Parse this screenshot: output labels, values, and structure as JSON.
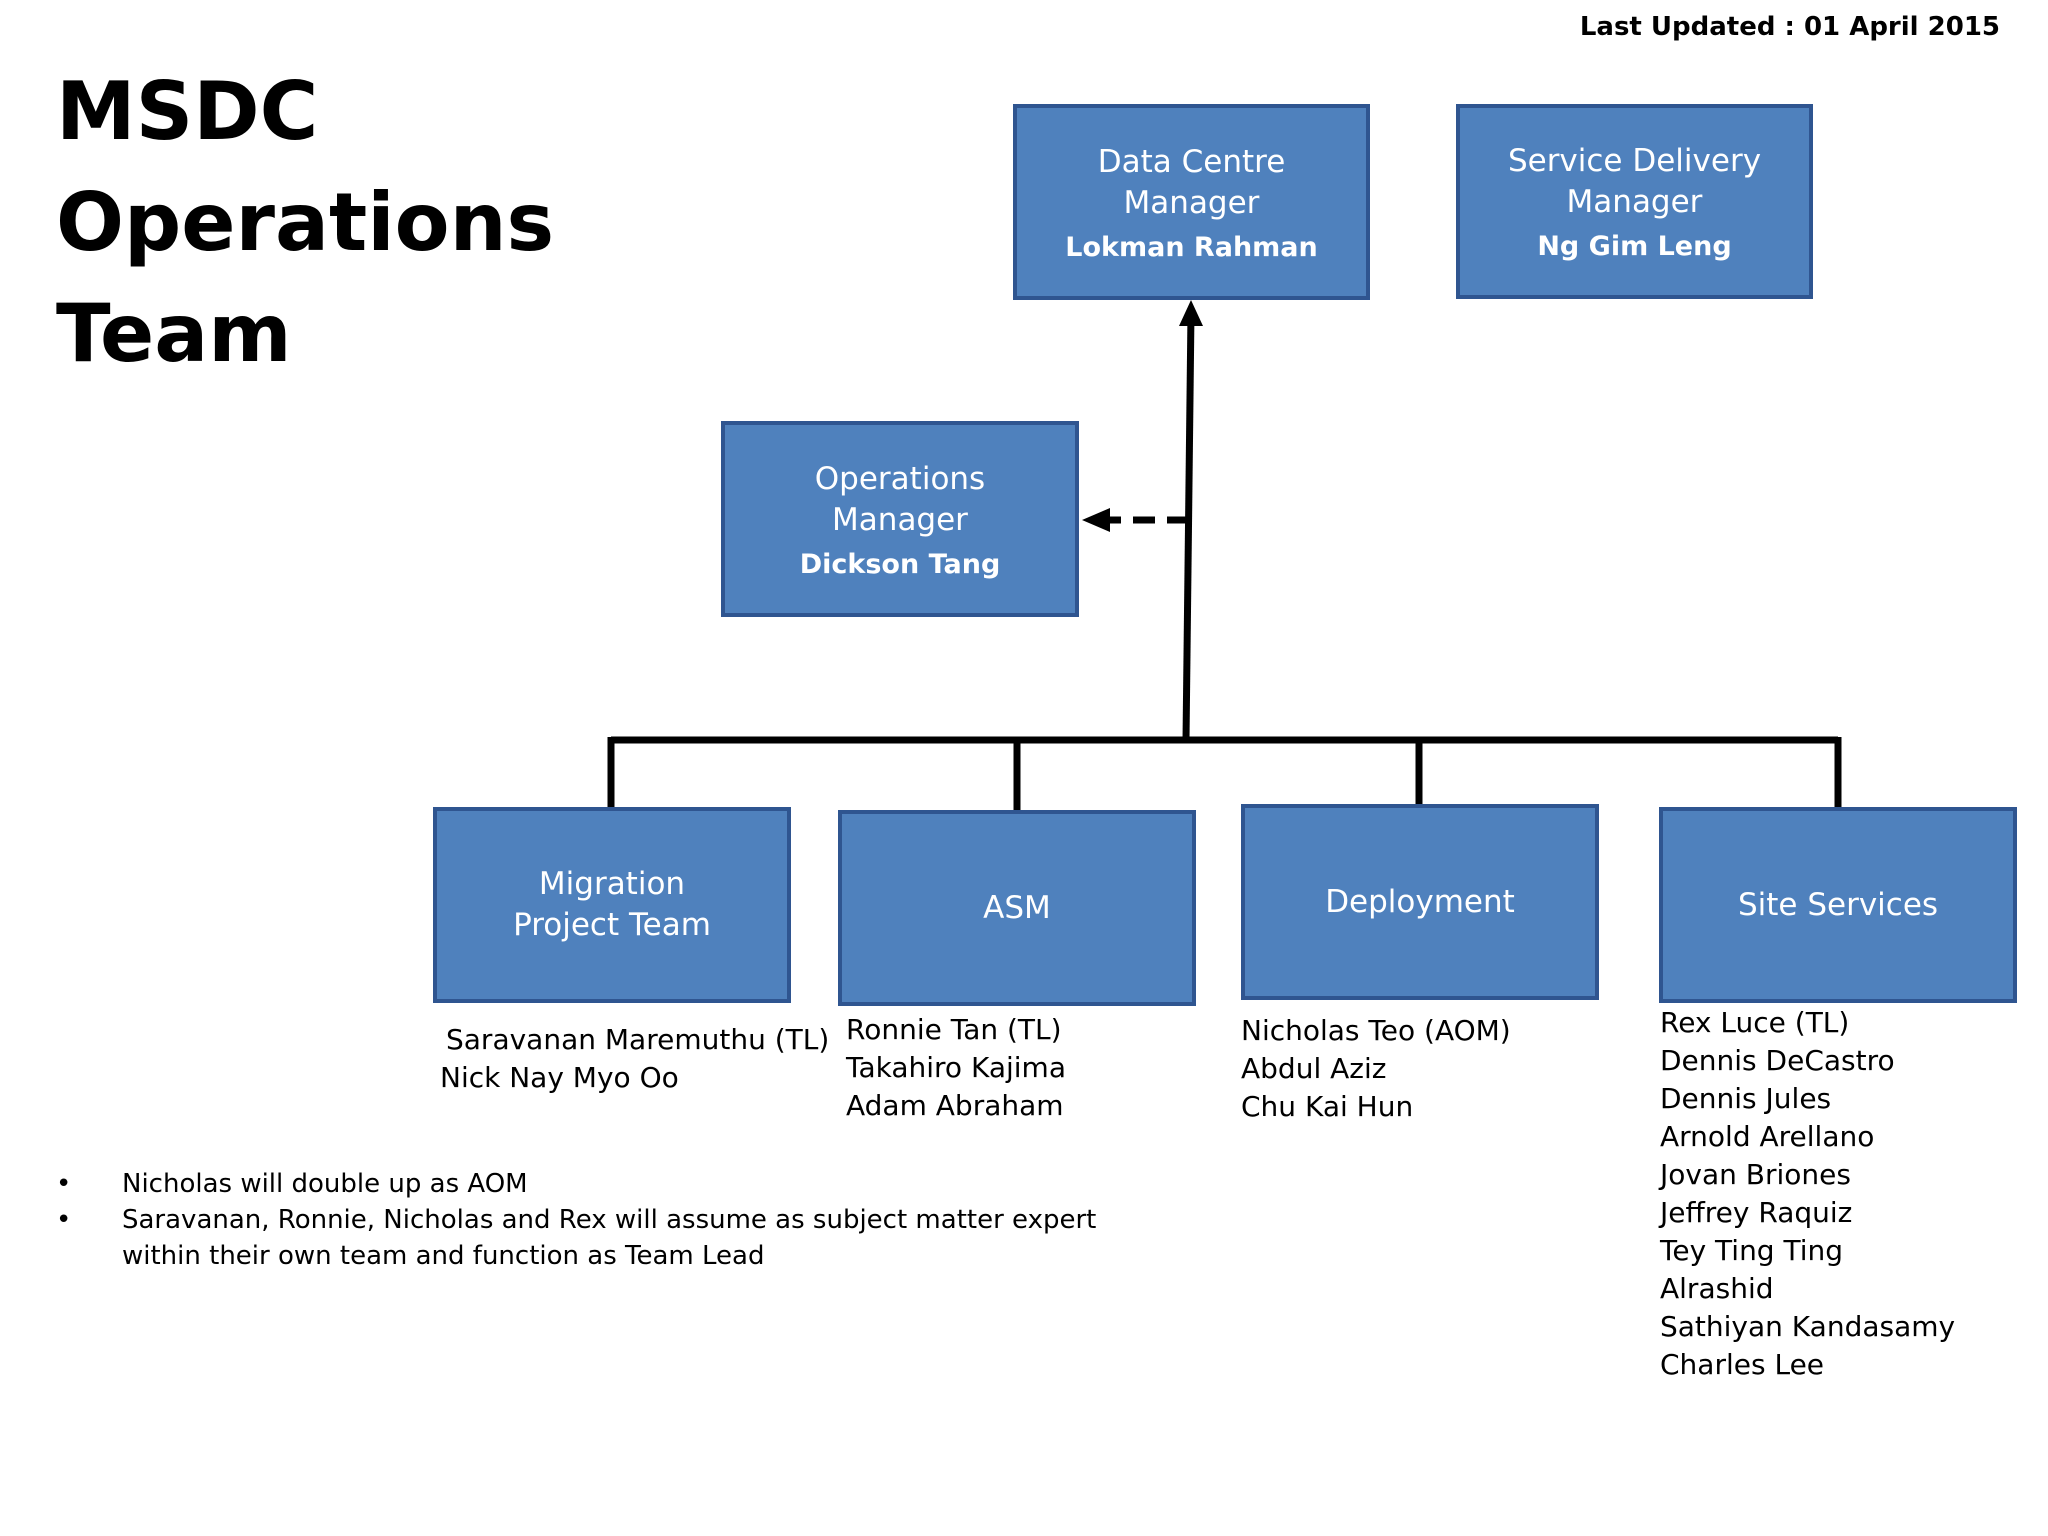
{
  "header": {
    "last_updated": "Last Updated : 01 April 2015",
    "title": "MSDC Operations Team"
  },
  "boxes": {
    "dc_manager": {
      "role": "Data Centre Manager",
      "person": "Lokman Rahman"
    },
    "sd_manager": {
      "role": "Service Delivery Manager",
      "person": "Ng Gim Leng"
    },
    "ops_manager": {
      "role": "Operations Manager",
      "person": "Dickson Tang"
    }
  },
  "teams": {
    "migration": {
      "label": "Migration Project Team",
      "members": [
        "Saravanan Maremuthu (TL)",
        "Nick Nay Myo Oo"
      ]
    },
    "asm": {
      "label": "ASM",
      "members": [
        "Ronnie Tan (TL)",
        "Takahiro Kajima",
        "Adam Abraham"
      ]
    },
    "deployment": {
      "label": "Deployment",
      "members": [
        "Nicholas Teo (AOM)",
        "Abdul Aziz",
        "Chu Kai Hun"
      ]
    },
    "site_services": {
      "label": "Site Services",
      "members": [
        "Rex Luce (TL)",
        "Dennis DeCastro",
        "Dennis Jules",
        "Arnold Arellano",
        "Jovan Briones",
        "Jeffrey Raquiz",
        "Tey Ting Ting",
        "Alrashid",
        "Sathiyan Kandasamy",
        "Charles Lee"
      ]
    }
  },
  "notes": {
    "bullet": "•",
    "items": [
      "Nicholas will double up as  AOM",
      "Saravanan, Ronnie, Nicholas and Rex will assume as subject matter expert within their own team and function as Team Lead"
    ]
  },
  "colors": {
    "box_fill": "#4f81bd",
    "box_border": "#2f5590",
    "connector": "#000000"
  }
}
